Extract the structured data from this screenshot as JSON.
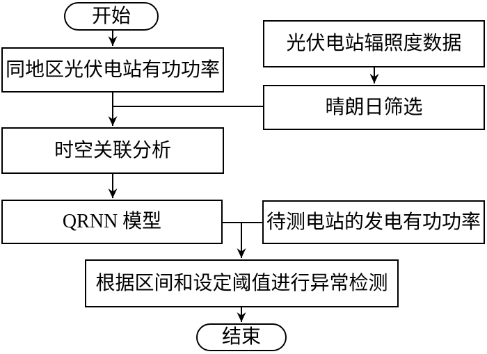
{
  "diagram": {
    "type": "flowchart",
    "colors": {
      "line": "#000000",
      "background": "#ffffff",
      "text": "#000000"
    },
    "nodes": {
      "start": {
        "shape": "terminator",
        "label": "开始"
      },
      "same_region_power": {
        "shape": "process",
        "label": "同地区光伏电站有功功率"
      },
      "irradiance_data": {
        "shape": "process",
        "label": "光伏电站辐照度数据"
      },
      "clear_day_filter": {
        "shape": "process",
        "label": "晴朗日筛选"
      },
      "spatiotemporal_analysis": {
        "shape": "process",
        "label": "时空关联分析"
      },
      "qrnn_model": {
        "shape": "process",
        "label": "QRNN 模型"
      },
      "tested_station_power": {
        "shape": "process",
        "label": "待测电站的发电有功功率"
      },
      "anomaly_detection": {
        "shape": "process",
        "label": "根据区间和设定阈值进行异常检测"
      },
      "end": {
        "shape": "terminator",
        "label": "结束"
      }
    },
    "edges": [
      {
        "from": "start",
        "to": "same_region_power",
        "arrow": true
      },
      {
        "from": "irradiance_data",
        "to": "clear_day_filter",
        "arrow": true
      },
      {
        "from": "same_region_power",
        "to": "spatiotemporal_analysis",
        "arrow": true
      },
      {
        "from": "clear_day_filter",
        "to": "spatiotemporal_analysis",
        "arrow": false,
        "note": "merges into same_region_power downward line"
      },
      {
        "from": "spatiotemporal_analysis",
        "to": "qrnn_model",
        "arrow": true
      },
      {
        "from": "qrnn_model",
        "to": "anomaly_detection",
        "arrow": true
      },
      {
        "from": "tested_station_power",
        "to": "anomaly_detection",
        "arrow": false,
        "note": "merges into qrnn_model horizontal line"
      },
      {
        "from": "anomaly_detection",
        "to": "end",
        "arrow": true
      }
    ]
  }
}
